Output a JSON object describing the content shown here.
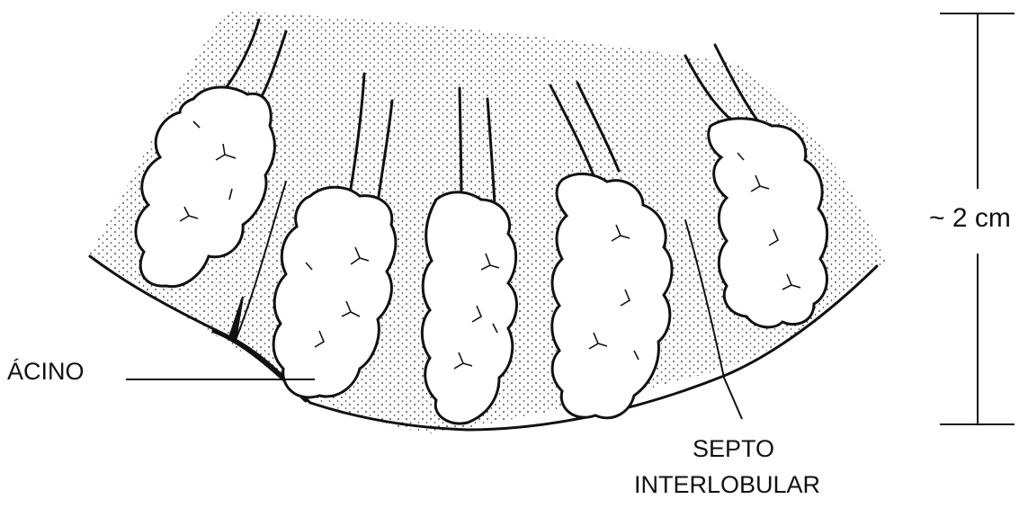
{
  "labels": {
    "acinus": "ÁCINO",
    "septum_line1": "SEPTO",
    "septum_line2": "INTERLOBULAR",
    "scale": "~ 2 cm"
  },
  "colors": {
    "ink": "#111111",
    "background": "#ffffff",
    "acinus_fill": "#ffffff"
  }
}
